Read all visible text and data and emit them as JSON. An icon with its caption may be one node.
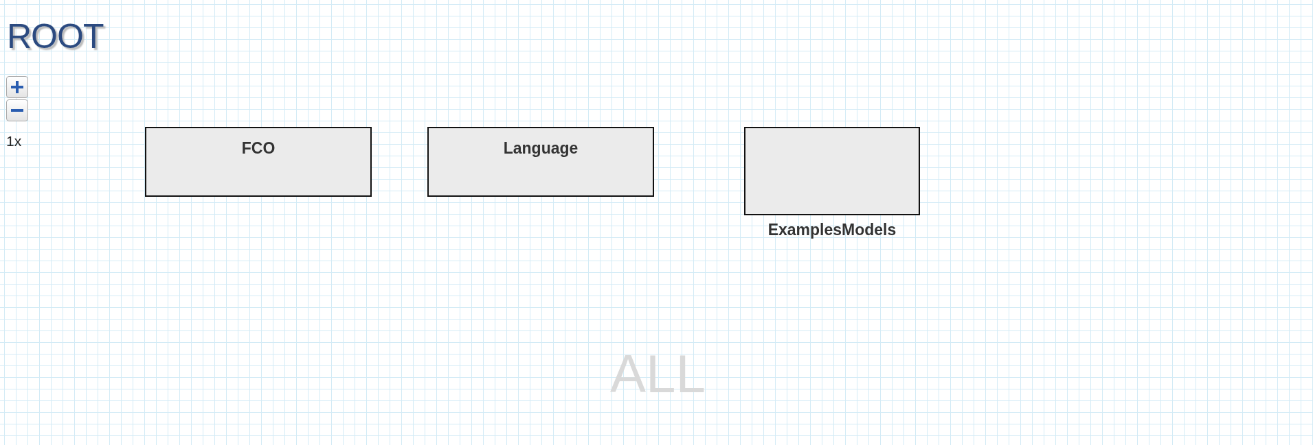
{
  "diagram": {
    "title": "ROOT",
    "nodes": [
      {
        "text": [
          "FCO"
        ]
      },
      {
        "text": [
          "Language"
        ]
      },
      {
        "text": [
          "ExamplesModels"
        ]
      }
    ],
    "labels": [
      "1x",
      "ALL"
    ]
  }
}
